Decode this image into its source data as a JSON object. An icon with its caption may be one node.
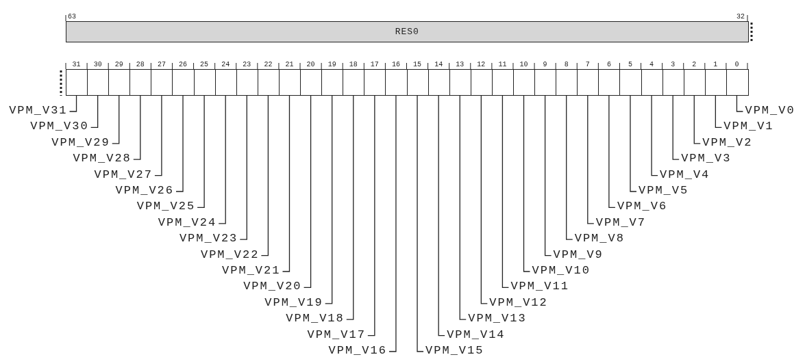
{
  "diagram": {
    "nodes": [
      {
        "text": [
          "RES0"
        ]
      },
      {
        "text": [],
        "shape": "box"
      },
      {
        "text": [],
        "shape": "box"
      },
      {
        "text": [],
        "shape": "box"
      },
      {
        "text": [],
        "shape": "box"
      },
      {
        "text": [],
        "shape": "box"
      },
      {
        "text": [],
        "shape": "box"
      },
      {
        "text": [],
        "shape": "box"
      },
      {
        "text": [],
        "shape": "box"
      },
      {
        "text": [],
        "shape": "box"
      },
      {
        "text": [],
        "shape": "box"
      },
      {
        "text": [],
        "shape": "box"
      },
      {
        "text": [],
        "shape": "box"
      },
      {
        "text": [],
        "shape": "box"
      },
      {
        "text": [],
        "shape": "box"
      },
      {
        "text": [],
        "shape": "box"
      },
      {
        "text": [],
        "shape": "box"
      },
      {
        "text": [],
        "shape": "box"
      },
      {
        "text": [],
        "shape": "box"
      },
      {
        "text": [],
        "shape": "box"
      },
      {
        "text": [],
        "shape": "box"
      },
      {
        "text": [],
        "shape": "box"
      },
      {
        "text": [],
        "shape": "box"
      },
      {
        "text": [],
        "shape": "box"
      },
      {
        "text": [],
        "shape": "box"
      },
      {
        "text": [],
        "shape": "box"
      },
      {
        "text": [],
        "shape": "box"
      },
      {
        "text": [],
        "shape": "box"
      },
      {
        "text": [],
        "shape": "box"
      },
      {
        "text": [],
        "shape": "box"
      },
      {
        "text": [],
        "shape": "box"
      },
      {
        "text": [],
        "shape": "box"
      },
      {
        "text": [],
        "shape": "box"
      },
      {
        "text": [
          "VPM_V31"
        ]
      },
      {
        "text": [
          "VPM_V30"
        ]
      },
      {
        "text": [
          "VPM_V29"
        ]
      },
      {
        "text": [
          "VPM_V28"
        ]
      },
      {
        "text": [
          "VPM_V27"
        ]
      },
      {
        "text": [
          "VPM_V26"
        ]
      },
      {
        "text": [
          "VPM_V25"
        ]
      },
      {
        "text": [
          "VPM_V24"
        ]
      },
      {
        "text": [
          "VPM_V23"
        ]
      },
      {
        "text": [
          "VPM_V22"
        ]
      },
      {
        "text": [
          "VPM_V21"
        ]
      },
      {
        "text": [
          "VPM_V20"
        ]
      },
      {
        "text": [
          "VPM_V19"
        ]
      },
      {
        "text": [
          "VPM_V18"
        ]
      },
      {
        "text": [
          "VPM_V17"
        ]
      },
      {
        "text": [
          "VPM_V16"
        ]
      },
      {
        "text": [
          "VPM_V15"
        ]
      },
      {
        "text": [
          "VPM_V14"
        ]
      },
      {
        "text": [
          "VPM_V13"
        ]
      },
      {
        "text": [
          "VPM_V12"
        ]
      },
      {
        "text": [
          "VPM_V11"
        ]
      },
      {
        "text": [
          "VPM_V10"
        ]
      },
      {
        "text": [
          "VPM_V9"
        ]
      },
      {
        "text": [
          "VPM_V8"
        ]
      },
      {
        "text": [
          "VPM_V7"
        ]
      },
      {
        "text": [
          "VPM_V6"
        ]
      },
      {
        "text": [
          "VPM_V5"
        ]
      },
      {
        "text": [
          "VPM_V4"
        ]
      },
      {
        "text": [
          "VPM_V3"
        ]
      },
      {
        "text": [
          "VPM_V2"
        ]
      },
      {
        "text": [
          "VPM_V1"
        ]
      },
      {
        "text": [
          "VPM_V0"
        ]
      }
    ],
    "edges": [
      {
        "from": 33,
        "to": 1,
        "arrow": "none"
      },
      {
        "from": 34,
        "to": 2,
        "arrow": "none"
      },
      {
        "from": 35,
        "to": 3,
        "arrow": "none"
      },
      {
        "from": 36,
        "to": 4,
        "arrow": "none"
      },
      {
        "from": 37,
        "to": 5,
        "arrow": "none"
      },
      {
        "from": 38,
        "to": 6,
        "arrow": "none"
      },
      {
        "from": 39,
        "to": 7,
        "arrow": "none"
      },
      {
        "from": 40,
        "to": 8,
        "arrow": "none"
      },
      {
        "from": 41,
        "to": 9,
        "arrow": "none"
      },
      {
        "from": 42,
        "to": 10,
        "arrow": "none"
      },
      {
        "from": 43,
        "to": 11,
        "arrow": "none"
      },
      {
        "from": 44,
        "to": 12,
        "arrow": "none"
      },
      {
        "from": 45,
        "to": 13,
        "arrow": "none"
      },
      {
        "from": 46,
        "to": 14,
        "arrow": "none"
      },
      {
        "from": 47,
        "to": 15,
        "arrow": "none"
      },
      {
        "from": 48,
        "to": 16,
        "arrow": "none"
      },
      {
        "from": 49,
        "to": 17,
        "arrow": "none"
      },
      {
        "from": 50,
        "to": 18,
        "arrow": "none"
      },
      {
        "from": 51,
        "to": 19,
        "arrow": "none"
      },
      {
        "from": 52,
        "to": 20,
        "arrow": "none"
      },
      {
        "from": 53,
        "to": 21,
        "arrow": "none"
      },
      {
        "from": 54,
        "to": 22,
        "arrow": "none"
      },
      {
        "from": 55,
        "to": 23,
        "arrow": "none"
      },
      {
        "from": 56,
        "to": 24,
        "arrow": "none"
      },
      {
        "from": 57,
        "to": 25,
        "arrow": "none"
      },
      {
        "from": 58,
        "to": 26,
        "arrow": "none"
      },
      {
        "from": 59,
        "to": 27,
        "arrow": "none"
      },
      {
        "from": 60,
        "to": 28,
        "arrow": "none"
      },
      {
        "from": 61,
        "to": 29,
        "arrow": "none"
      },
      {
        "from": 62,
        "to": 30,
        "arrow": "none"
      },
      {
        "from": 63,
        "to": 31,
        "arrow": "none"
      },
      {
        "from": 64,
        "to": 32,
        "arrow": "none"
      }
    ],
    "labels": [
      "63",
      "32",
      "31",
      "30",
      "29",
      "28",
      "27",
      "26",
      "25",
      "24",
      "23",
      "22",
      "21",
      "20",
      "19",
      "18",
      "17",
      "16",
      "15",
      "14",
      "13",
      "12",
      "11",
      "10",
      "9",
      "8",
      "7",
      "6",
      "5",
      "4",
      "3",
      "2",
      "1",
      "0"
    ]
  }
}
